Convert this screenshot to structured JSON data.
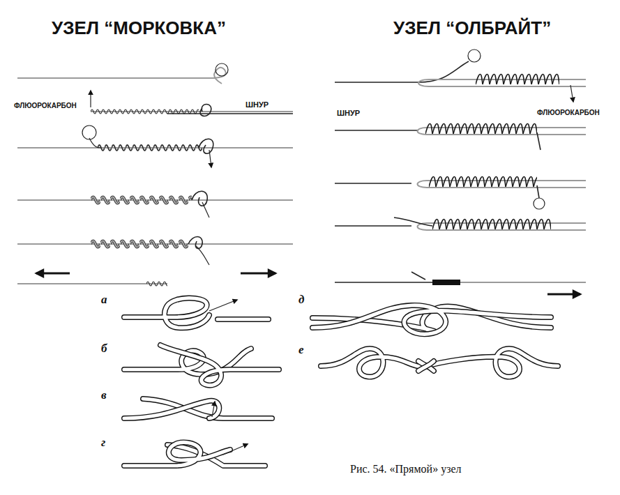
{
  "diagram": {
    "caption": "Рис. 54. «Прямой» узел",
    "labels": [
      "УЗЕЛ “МОРКОВКА”",
      "УЗЕЛ “ОЛБРАЙТ”",
      "ФЛЮОРОКАРБОН",
      "ШНУР",
      "ШНУР",
      "ФЛЮОРОКАРБОН",
      "а",
      "б",
      "в",
      "г",
      "д",
      "е"
    ]
  }
}
